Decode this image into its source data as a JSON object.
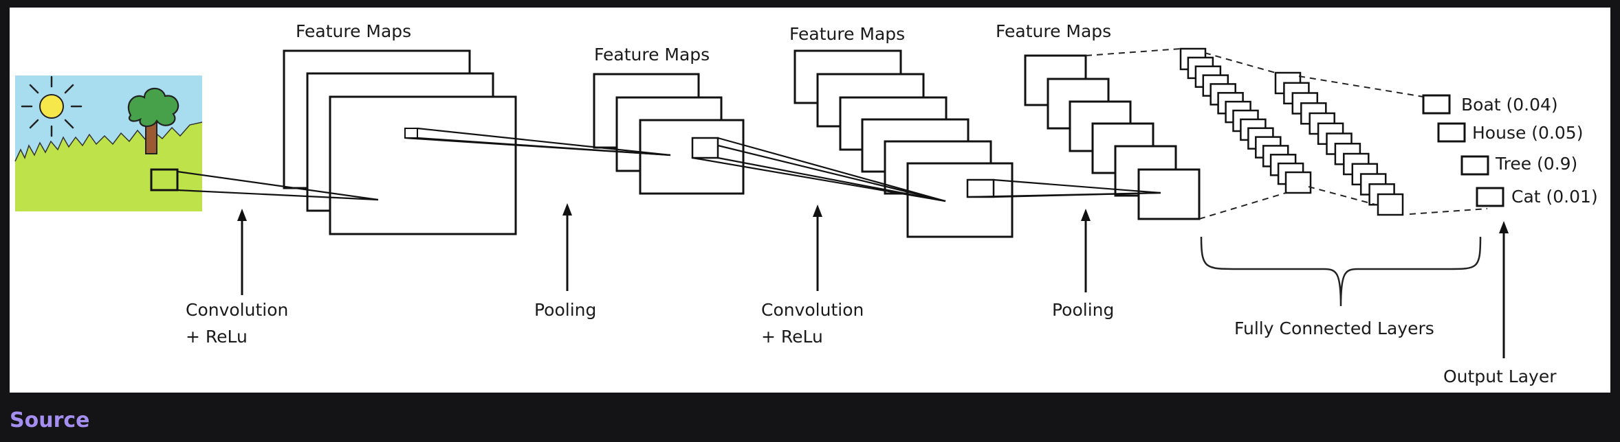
{
  "diagram": {
    "feature_maps_label": "Feature Maps",
    "stages": {
      "conv1": [
        "Convolution",
        "+ ReLu"
      ],
      "pool1": "Pooling",
      "conv2": [
        "Convolution",
        "+ ReLu"
      ],
      "pool2": "Pooling",
      "fully_connected": "Fully Connected Layers",
      "output": "Output Layer"
    },
    "outputs": [
      {
        "label": "Boat (0.04)"
      },
      {
        "label": "House (0.05)"
      },
      {
        "label": "Tree (0.9)"
      },
      {
        "label": "Cat (0.01)"
      }
    ],
    "colors": {
      "sky": "#a8dcef",
      "grass": "#bde24a",
      "sun": "#f6e84a",
      "tree_trunk": "#9b5a32",
      "tree_leaves": "#47a04a",
      "link": "#a48ff0"
    }
  },
  "footer": {
    "source_link": "Source"
  }
}
